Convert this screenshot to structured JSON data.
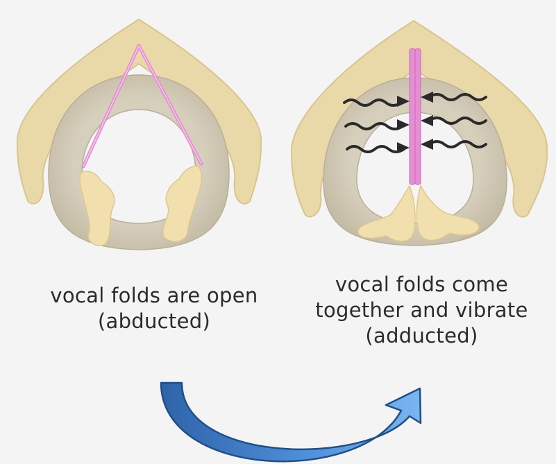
{
  "colors": {
    "background": "#f4f4f4",
    "cartilage": "#ead9a8",
    "cartilage_edge": "#d9c48e",
    "trachea_ring": "#cdc6b2",
    "arytenoid": "#f1e0ae",
    "vocal_fold": "#e58ed3",
    "arrow_fill": "#4f8ed9",
    "arrow_edge": "#1f4f86",
    "text": "#2b2b2b"
  },
  "icons": [
    "larynx-open-illustration",
    "larynx-closed-illustration",
    "vibration-arrow-icon",
    "curved-transition-arrow-icon"
  ],
  "captions": {
    "left": {
      "line1": "vocal folds are open",
      "line2": "(abducted)"
    },
    "right": {
      "line1": "vocal folds come",
      "line2": "together and vibrate",
      "line3": "(adducted)"
    }
  }
}
